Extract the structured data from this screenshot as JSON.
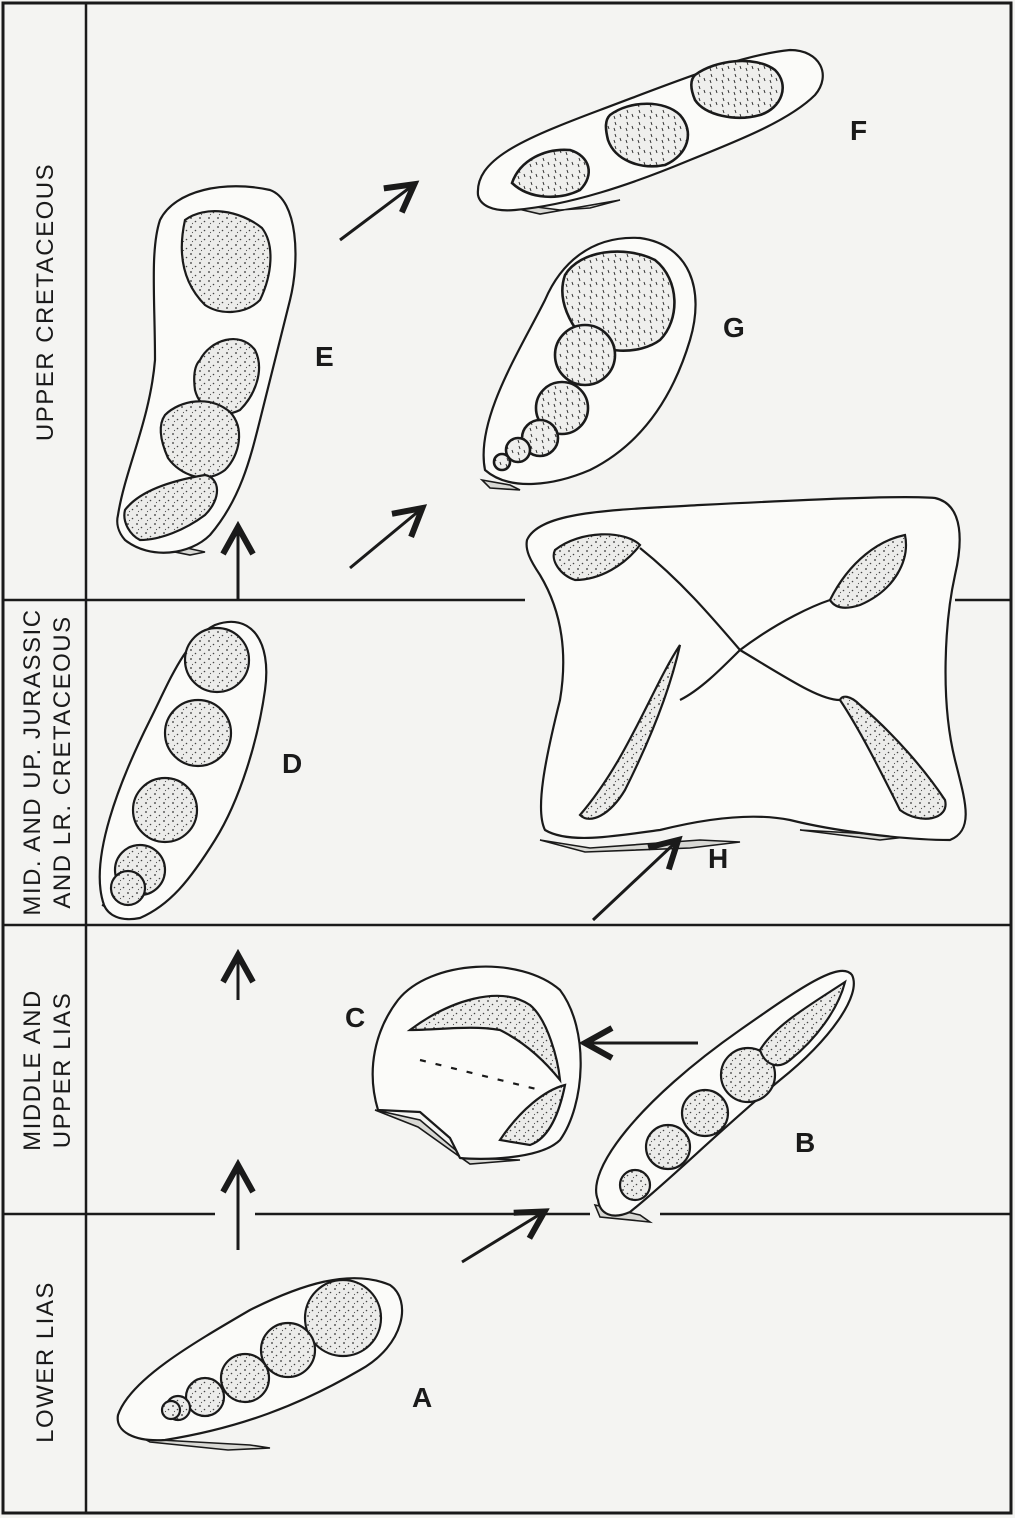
{
  "bands": [
    {
      "id": "upper-cretaceous",
      "label": "UPPER CRETACEOUS"
    },
    {
      "id": "mid-jurassic",
      "label_lines": [
        "MID. AND UP. JURASSIC",
        "AND LR. CRETACEOUS"
      ]
    },
    {
      "id": "middle-upper-lias",
      "label_lines": [
        "MIDDLE AND",
        "UPPER LIAS"
      ]
    },
    {
      "id": "lower-lias",
      "label": "LOWER LIAS"
    }
  ],
  "specimens": {
    "A": "A",
    "B": "B",
    "C": "C",
    "D": "D",
    "E": "E",
    "F": "F",
    "G": "G",
    "H": "H"
  }
}
